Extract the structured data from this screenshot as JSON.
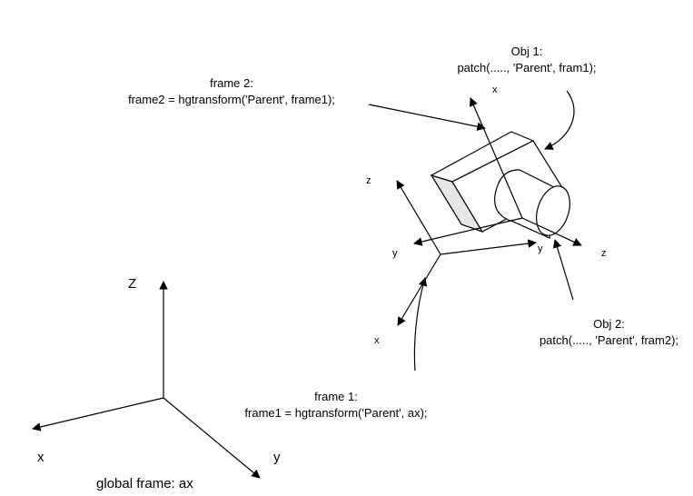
{
  "labels": {
    "obj1_title": "Obj 1:",
    "obj1_code": "patch(....., 'Parent', fram1);",
    "frame2_title": "frame 2:",
    "frame2_code": "frame2 = hgtransform('Parent', frame1);",
    "frame1_title": "frame 1:",
    "frame1_code": "frame1 = hgtransform('Parent', ax);",
    "obj2_title": "Obj 2:",
    "obj2_code": "patch(....., 'Parent', fram2);",
    "global_frame": "global frame: ax"
  },
  "axes": {
    "global": {
      "z": "Z",
      "x": "x",
      "y": "y"
    },
    "frame1": {
      "z": "z",
      "x": "x",
      "y": "y"
    },
    "frame2": {
      "x": "x",
      "y": "y",
      "z": "z"
    }
  },
  "colors": {
    "line": "#000000",
    "box_face": "#ffffff",
    "box_shade": "#e6e6e6"
  }
}
